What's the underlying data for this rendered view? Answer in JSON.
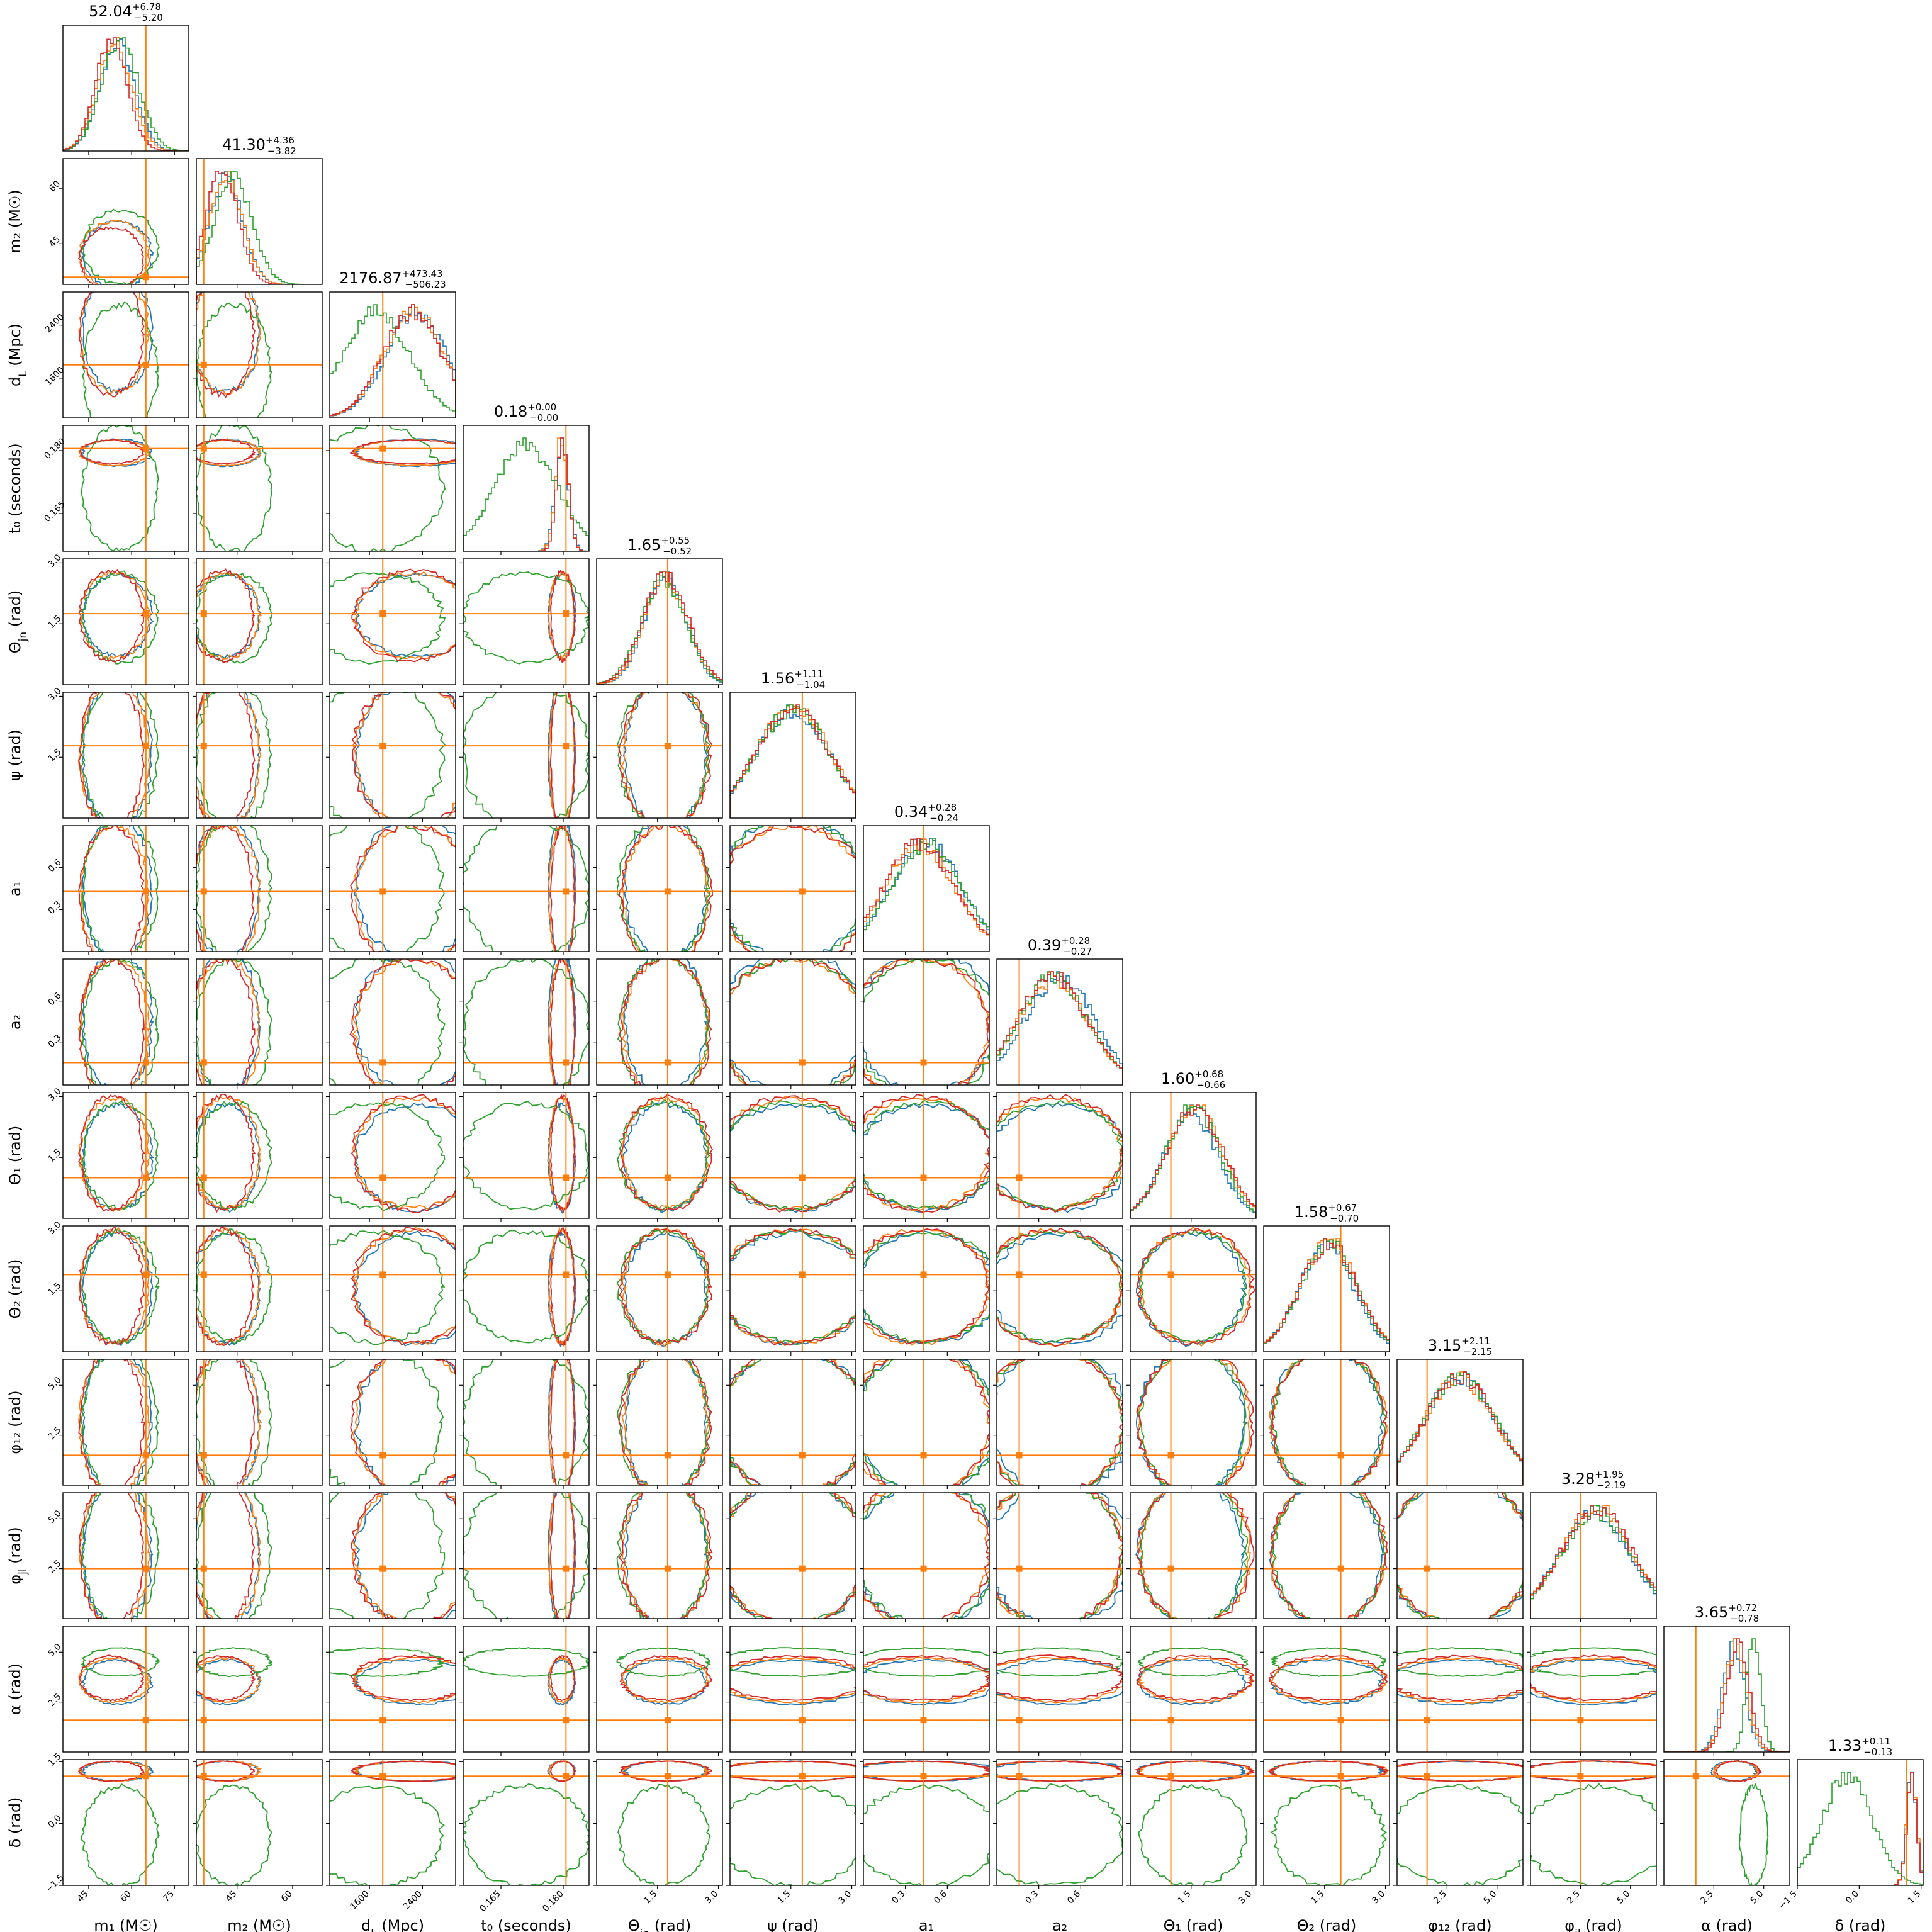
{
  "chart_data": {
    "type": "corner",
    "parameters": [
      {
        "key": "m1",
        "label": "m₁ (M☉)",
        "range": [
          36,
          80
        ],
        "ticks": [
          45,
          60,
          75
        ],
        "tick_labels": [
          "45",
          "60",
          "75"
        ],
        "truth": 65.0,
        "title": "52.04",
        "err_plus": "+6.78",
        "err_minus": "−5.20"
      },
      {
        "key": "m2",
        "label": "m₂ (M☉)",
        "range": [
          34,
          68
        ],
        "ticks": [
          45,
          60
        ],
        "tick_labels": [
          "45",
          "60"
        ],
        "truth": 36.0,
        "title": "41.30",
        "err_plus": "+4.36",
        "err_minus": "−3.82"
      },
      {
        "key": "dL",
        "label": "d_L (Mpc)",
        "range": [
          1000,
          2900
        ],
        "ticks": [
          1600,
          2400
        ],
        "tick_labels": [
          "1600",
          "2400"
        ],
        "truth": 1800,
        "title": "2176.87",
        "err_plus": "+473.43",
        "err_minus": "−506.23"
      },
      {
        "key": "t0",
        "label": "t₀ (seconds)",
        "range": [
          0.156,
          0.186
        ],
        "ticks": [
          0.165,
          0.18
        ],
        "tick_labels": [
          "0.165",
          "0.180"
        ],
        "truth": 0.1805,
        "title": "0.18",
        "err_plus": "+0.00",
        "err_minus": "−0.00"
      },
      {
        "key": "thjn",
        "label": "Θ_jn (rad)",
        "range": [
          0,
          3.1
        ],
        "ticks": [
          1.5,
          3.0
        ],
        "tick_labels": [
          "1.5",
          "3.0"
        ],
        "truth": 1.75,
        "title": "1.65",
        "err_plus": "+0.55",
        "err_minus": "−0.52"
      },
      {
        "key": "psi",
        "label": "ψ (rad)",
        "range": [
          0,
          3.1
        ],
        "ticks": [
          1.5,
          3.0
        ],
        "tick_labels": [
          "1.5",
          "3.0"
        ],
        "truth": 1.78,
        "title": "1.56",
        "err_plus": "+1.11",
        "err_minus": "−1.04"
      },
      {
        "key": "a1",
        "label": "a₁",
        "range": [
          0,
          0.9
        ],
        "ticks": [
          0.3,
          0.6
        ],
        "tick_labels": [
          "0.3",
          "0.6"
        ],
        "truth": 0.43,
        "title": "0.34",
        "err_plus": "+0.28",
        "err_minus": "−0.24"
      },
      {
        "key": "a2",
        "label": "a₂",
        "range": [
          0,
          0.9
        ],
        "ticks": [
          0.3,
          0.6
        ],
        "tick_labels": [
          "0.3",
          "0.6"
        ],
        "truth": 0.16,
        "title": "0.39",
        "err_plus": "+0.28",
        "err_minus": "−0.27"
      },
      {
        "key": "th1",
        "label": "Θ₁ (rad)",
        "range": [
          0,
          3.1
        ],
        "ticks": [
          1.5,
          3.0
        ],
        "tick_labels": [
          "1.5",
          "3.0"
        ],
        "truth": 1.0,
        "title": "1.60",
        "err_plus": "+0.68",
        "err_minus": "−0.66"
      },
      {
        "key": "th2",
        "label": "Θ₂ (rad)",
        "range": [
          0,
          3.1
        ],
        "ticks": [
          1.5,
          3.0
        ],
        "tick_labels": [
          "1.5",
          "3.0"
        ],
        "truth": 1.9,
        "title": "1.58",
        "err_plus": "+0.67",
        "err_minus": "−0.70"
      },
      {
        "key": "phi12",
        "label": "φ₁₂ (rad)",
        "range": [
          0,
          6.3
        ],
        "ticks": [
          2.5,
          5.0
        ],
        "tick_labels": [
          "2.5",
          "5.0"
        ],
        "truth": 1.5,
        "title": "3.15",
        "err_plus": "+2.11",
        "err_minus": "−2.15"
      },
      {
        "key": "phijl",
        "label": "φ_jl (rad)",
        "range": [
          0,
          6.3
        ],
        "ticks": [
          2.5,
          5.0
        ],
        "tick_labels": [
          "2.5",
          "5.0"
        ],
        "truth": 2.5,
        "title": "3.28",
        "err_plus": "+1.95",
        "err_minus": "−2.19"
      },
      {
        "key": "alpha",
        "label": "α (rad)",
        "range": [
          0,
          6.3
        ],
        "ticks": [
          2.5,
          5.0
        ],
        "tick_labels": [
          "2.5",
          "5.0"
        ],
        "truth": 1.6,
        "title": "3.65",
        "err_plus": "+0.72",
        "err_minus": "−0.78"
      },
      {
        "key": "delta",
        "label": "δ (rad)",
        "range": [
          -1.5,
          1.55
        ],
        "ticks": [
          -1.5,
          0.0,
          1.5
        ],
        "tick_labels": [
          "−1.5",
          "0.0",
          "1.5"
        ],
        "truth": 1.15,
        "title": "1.33",
        "err_plus": "+0.11",
        "err_minus": "−0.13"
      }
    ],
    "series": [
      {
        "color": "#1f77b4",
        "mean": [
          55,
          42,
          2300,
          0.1795,
          1.7,
          1.55,
          0.45,
          0.45,
          1.5,
          1.55,
          3.15,
          3.2,
          3.5,
          1.27
        ],
        "sd": [
          6,
          4.5,
          450,
          0.0016,
          0.5,
          0.9,
          0.25,
          0.25,
          0.65,
          0.68,
          1.8,
          1.8,
          0.55,
          0.12
        ]
      },
      {
        "color": "#ff7f0e",
        "mean": [
          54,
          42,
          2260,
          0.1795,
          1.7,
          1.55,
          0.4,
          0.4,
          1.6,
          1.6,
          3.15,
          3.3,
          3.6,
          1.27
        ],
        "sd": [
          6,
          4.5,
          440,
          0.0015,
          0.52,
          0.9,
          0.25,
          0.25,
          0.68,
          0.7,
          1.8,
          1.8,
          0.55,
          0.12
        ]
      },
      {
        "color": "#2ca02c",
        "mean": [
          56,
          44,
          1700,
          0.171,
          1.65,
          1.55,
          0.45,
          0.4,
          1.55,
          1.6,
          3.15,
          3.3,
          4.5,
          -0.3
        ],
        "sd": [
          6.5,
          5,
          500,
          0.0075,
          0.55,
          0.9,
          0.25,
          0.25,
          0.65,
          0.68,
          1.8,
          1.8,
          0.35,
          0.6
        ]
      },
      {
        "color": "#d62728",
        "mean": [
          53,
          41,
          2250,
          0.1797,
          1.7,
          1.55,
          0.4,
          0.4,
          1.6,
          1.6,
          3.15,
          3.3,
          3.7,
          1.27
        ],
        "sd": [
          5.5,
          4.2,
          450,
          0.0014,
          0.55,
          0.9,
          0.25,
          0.25,
          0.7,
          0.7,
          1.8,
          1.8,
          0.55,
          0.12
        ]
      }
    ],
    "truth_color": "#ff7f0e"
  }
}
